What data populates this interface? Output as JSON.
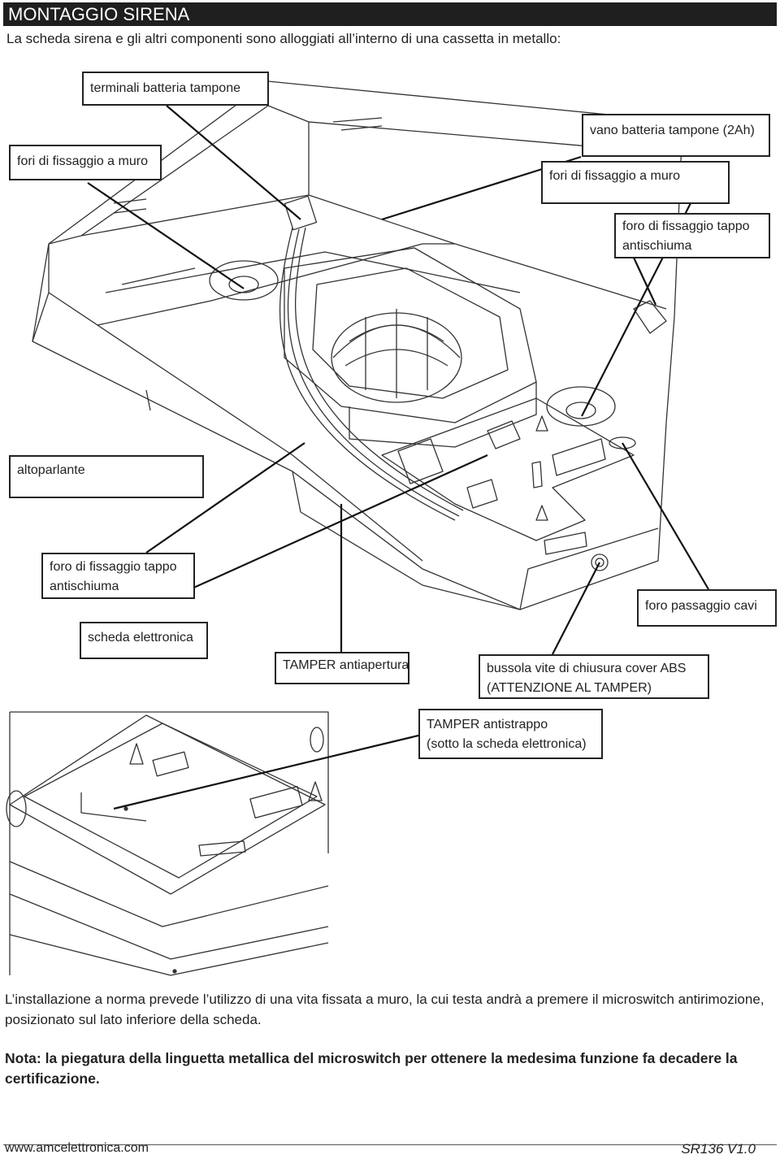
{
  "header": {
    "title": "MONTAGGIO SIRENA"
  },
  "intro": "La scheda sirena e gli altri componenti sono alloggiati all’interno di una cassetta in metallo:",
  "labels": {
    "terminali_batteria": "terminali batteria tampone",
    "fori_muro_left": "fori di fissaggio a muro",
    "vano_batteria": "vano batteria tampone (2Ah)",
    "fori_muro_right": "fori di fissaggio a muro",
    "foro_tappo_right_1": "foro di fissaggio tappo",
    "foro_tappo_right_2": "antischiuma",
    "altoparlante": "altoparlante",
    "foro_tappo_left_1": "foro di fissaggio tappo",
    "foro_tappo_left_2": "antischiuma",
    "foro_passaggio_cavi": "foro passaggio cavi",
    "scheda_elettronica": "scheda elettronica",
    "tamper_antiapertura": "TAMPER antiapertura",
    "bussola_1": "bussola vite di chiusura cover ABS",
    "bussola_2": "(ATTENZIONE AL TAMPER)",
    "tamper_antistrappo_1": "TAMPER antistrappo",
    "tamper_antistrappo_2": "(sotto la scheda elettronica)"
  },
  "notes": {
    "installazione_1": "L’installazione a norma prevede l’utilizzo di una vita fissata a muro, la cui testa andrà a premere il microswitch antirimozione,",
    "installazione_2": "posizionato sul lato inferiore della scheda.",
    "nota_1": "Nota: la piegatura della linguetta metallica del microswitch per ottenere la medesima funzione fa decadere la",
    "nota_2": "certificazione."
  },
  "footer": {
    "website": "www.amcelettronica.com",
    "doc_code": "SR136 V1.0"
  }
}
